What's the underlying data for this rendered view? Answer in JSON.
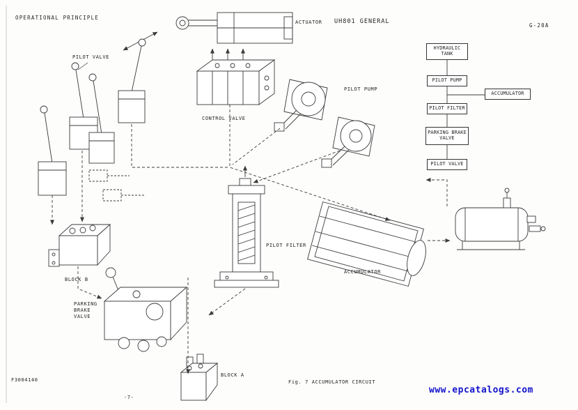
{
  "page": {
    "title": "OPERATIONAL PRINCIPLE",
    "model": "UH801 GENERAL",
    "page_code": "G-20A",
    "doc_number": "F3004140",
    "page_number": "-7-",
    "figure_caption": "Fig. 7  ACCUMULATOR CIRCUIT",
    "watermark": "www.epcatalogs.com"
  },
  "diagram_labels": {
    "pilot_valve": "PILOT VALVE",
    "actuator": "ACTUATOR",
    "control_valve": "CONTROL VALVE",
    "pilot_pump": "PILOT PUMP",
    "pilot_filter": "PILOT FILTER",
    "accumulator": "ACCUMULATOR",
    "block_b": "BLOCK B",
    "block_a": "BLOCK A",
    "parking_brake_valve": "PARKING\nBRAKE\nVALVE"
  },
  "flowchart": {
    "nodes": [
      {
        "id": "hydraulic-tank",
        "label": "HYDRAULIC\nTANK"
      },
      {
        "id": "pilot-pump",
        "label": "PILOT PUMP"
      },
      {
        "id": "accumulator",
        "label": "ACCUMULATOR"
      },
      {
        "id": "pilot-filter",
        "label": "PILOT FILTER"
      },
      {
        "id": "parking-brake-valve",
        "label": "PARKING BRAKE\nVALVE"
      },
      {
        "id": "pilot-valve",
        "label": "PILOT VALVE"
      }
    ]
  },
  "colors": {
    "ink": "#3a3a3a",
    "watermark_blue": "#1414cc"
  }
}
